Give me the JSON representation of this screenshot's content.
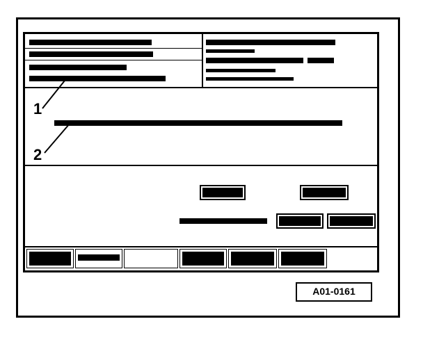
{
  "callouts": {
    "one": "1",
    "two": "2"
  },
  "reference_code": "A01-0161",
  "action_buttons": {
    "top_left": "",
    "top_right": "",
    "bottom_left": "",
    "bottom_right": ""
  },
  "softkeys": [
    "",
    "",
    "",
    "",
    "",
    ""
  ],
  "colors": {
    "ink": "#000000",
    "paper": "#ffffff"
  }
}
